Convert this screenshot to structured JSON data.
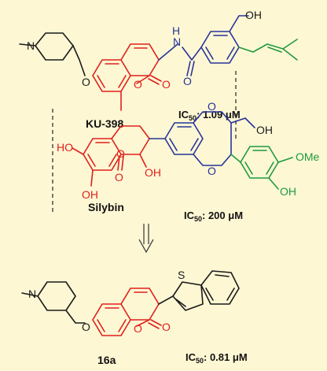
{
  "compounds": {
    "ku398": {
      "name": "KU-398",
      "ic_prefix": "IC",
      "ic_sub": "50",
      "ic_value": ": 1.09 μM"
    },
    "silybin": {
      "name": "Silybin",
      "ic_prefix": "IC",
      "ic_sub": "50",
      "ic_value": ": 200 μM"
    },
    "c16a": {
      "name": "16a",
      "ic_prefix": "IC",
      "ic_sub": "50",
      "ic_value": ": 0.81 μM"
    }
  },
  "atoms": {
    "n": "N",
    "o": "O",
    "oh": "OH",
    "ho": "HO",
    "h": "H",
    "ome": "OMe",
    "s": "S"
  },
  "colors": {
    "background": "#fdf7d4",
    "coumarin": "#e0201b",
    "amide": "#27339a",
    "prenyl": "#1f9a3c",
    "black": "#1a1a1a"
  },
  "arrow_icon": "double-down-arrow-icon"
}
